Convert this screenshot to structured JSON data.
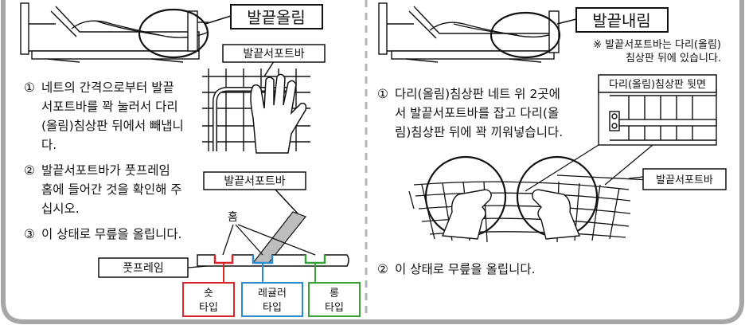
{
  "left": {
    "title": "발끝올림",
    "support_bar_label": "발끝서포트바",
    "support_bar_label_2": "발끝서포트바",
    "steps": [
      {
        "num": "①",
        "lines": [
          "네트의 간격으로부터 발끝",
          "서포트바를 꽉 눌러서 다리",
          "(올림)침상판 뒤에서 빼냅니",
          "다."
        ]
      },
      {
        "num": "②",
        "lines": [
          "발끝서포트바가 풋프레임",
          "홈에 들어간 것을 확인해 주",
          "십시오."
        ]
      },
      {
        "num": "③",
        "lines": [
          "이 상태로 무릎을 올립니다."
        ]
      }
    ],
    "groove_label": "홈",
    "foot_frame_label": "풋프레임",
    "types": [
      {
        "line1": "숏",
        "line2": "타입",
        "color": "#d9252b"
      },
      {
        "line1": "레귤러",
        "line2": "타입",
        "color": "#2a8bd0"
      },
      {
        "line1": "롱",
        "line2": "타입",
        "color": "#3aa23a"
      }
    ]
  },
  "right": {
    "title": "발끝내림",
    "note_lines": [
      "※ 발끝서포트바는 다리(올림)",
      "침상판 뒤에 있습니다."
    ],
    "back_label": "다리(올림)침상판 뒷면",
    "support_bar_label": "발끝서포트바",
    "steps": [
      {
        "num": "①",
        "lines": [
          "다리(올림)침상판 네트 위 2곳에",
          "서 발끝서포트바를 잡고 다리(올",
          "림)침상판 뒤에 꽉 끼워넣습니다."
        ]
      },
      {
        "num": "②",
        "lines": [
          "이 상태로 무릎을 올립니다."
        ]
      }
    ]
  },
  "colors": {
    "frame": "#a7a7a7",
    "divider": "#b5b5b5",
    "short": "#d9252b",
    "regular": "#2a8bd0",
    "long": "#3aa23a"
  }
}
